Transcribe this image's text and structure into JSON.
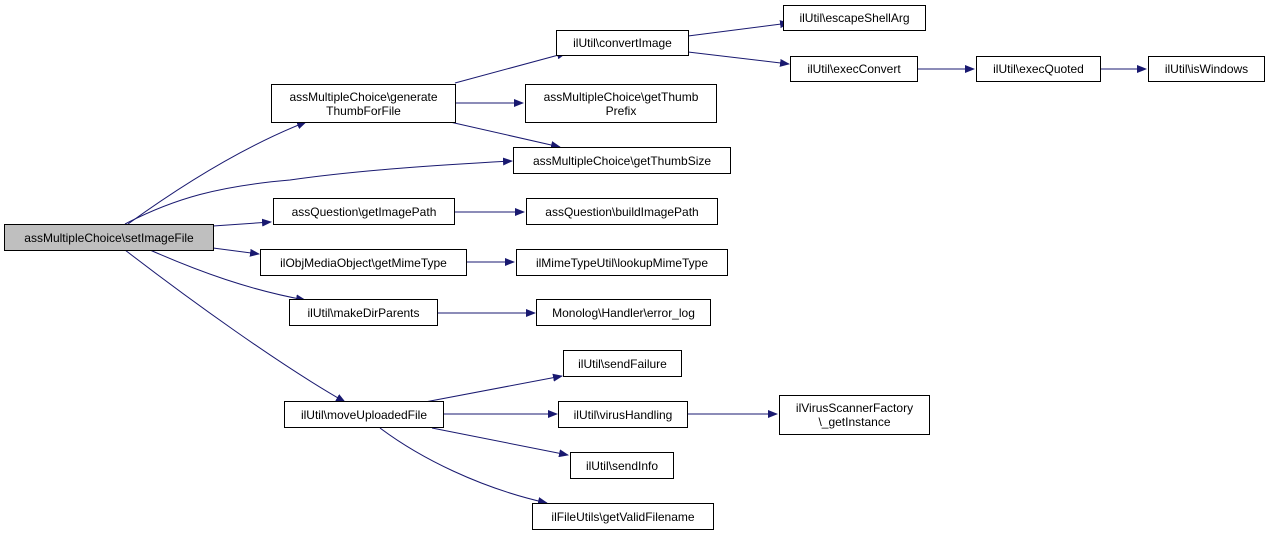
{
  "nodes": {
    "root": "assMultipleChoice\\setImageFile",
    "generateThumb": "assMultipleChoice\\generate\nThumbForFile",
    "convertImage": "ilUtil\\convertImage",
    "escapeShellArg": "ilUtil\\escapeShellArg",
    "execConvert": "ilUtil\\execConvert",
    "execQuoted": "ilUtil\\execQuoted",
    "isWindows": "ilUtil\\isWindows",
    "getThumbPrefix": "assMultipleChoice\\getThumb\nPrefix",
    "getThumbSize": "assMultipleChoice\\getThumbSize",
    "getImagePath": "assQuestion\\getImagePath",
    "buildImagePath": "assQuestion\\buildImagePath",
    "getMimeType": "ilObjMediaObject\\getMimeType",
    "lookupMimeType": "ilMimeTypeUtil\\lookupMimeType",
    "makeDirParents": "ilUtil\\makeDirParents",
    "errorLog": "Monolog\\Handler\\error_log",
    "moveUploadedFile": "ilUtil\\moveUploadedFile",
    "sendFailure": "ilUtil\\sendFailure",
    "virusHandling": "ilUtil\\virusHandling",
    "getInstance": "ilVirusScannerFactory\n\\_getInstance",
    "sendInfo": "ilUtil\\sendInfo",
    "getValidFilename": "ilFileUtils\\getValidFilename"
  },
  "colors": {
    "edge": "#191970",
    "root_fill": "#bfbfbf"
  }
}
